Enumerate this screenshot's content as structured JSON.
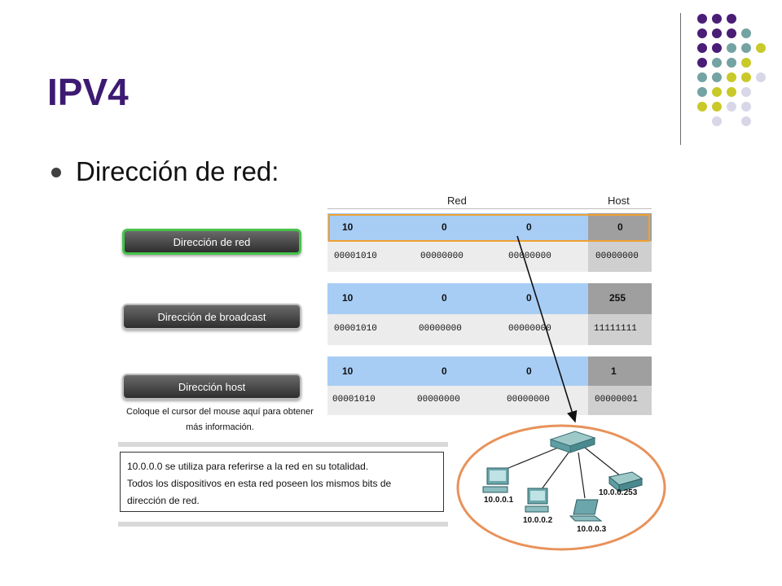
{
  "slide": {
    "title": "IPV4",
    "bullet": "Dirección de red:"
  },
  "buttons": [
    {
      "label": "Dirección de red",
      "active": true
    },
    {
      "label": "Dirección de broadcast",
      "active": false
    },
    {
      "label": "Dirección host",
      "active": false
    }
  ],
  "hint": "Coloque el cursor del mouse aquí para obtener más información.",
  "table": {
    "header_red": "Red",
    "header_host": "Host",
    "blocks": [
      {
        "octets": [
          "10",
          "0",
          "0",
          "0"
        ],
        "binary": [
          "00001010",
          "00000000",
          "00000000",
          "00000000"
        ]
      },
      {
        "octets": [
          "10",
          "0",
          "0",
          "255"
        ],
        "binary": [
          "00001010",
          "00000000",
          "00000000",
          "11111111"
        ]
      },
      {
        "octets": [
          "10",
          "0",
          "0",
          "1"
        ],
        "binary": [
          "00001010",
          "00000000",
          "00000000",
          "00000001"
        ]
      }
    ]
  },
  "info": {
    "lines": [
      "10.0.0.0 se utiliza para referirse a la red en su totalidad.",
      "Todos los dispositivos en esta red poseen los mismos bits de",
      "dirección de red."
    ]
  },
  "network": {
    "hosts": [
      "10.0.0.1",
      "10.0.0.2",
      "10.0.0.3",
      "10.0.0.253"
    ]
  },
  "colors": {
    "title": "#3d1a72",
    "highlight": "#f0a030",
    "dot_purple": "#4a1d77",
    "dot_teal": "#73a3a2",
    "dot_olive": "#c9c92a",
    "dot_lavender": "#d7d7e8"
  }
}
